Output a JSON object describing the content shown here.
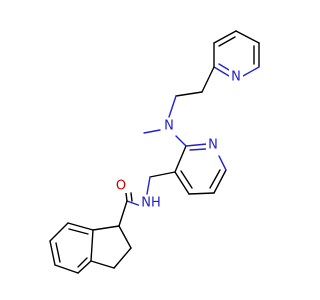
{
  "diagram": {
    "type": "chemical-structure",
    "atom_labels": {
      "pyridine_top_n": "N",
      "amine_n": "N",
      "pyridine_mid_n": "N",
      "amide_nh": "NH",
      "carbonyl_o": "O"
    },
    "colors": {
      "bond": "#000000",
      "nitrogen": "#2222cc",
      "oxygen": "#cc0000",
      "background": "#ffffff"
    }
  }
}
